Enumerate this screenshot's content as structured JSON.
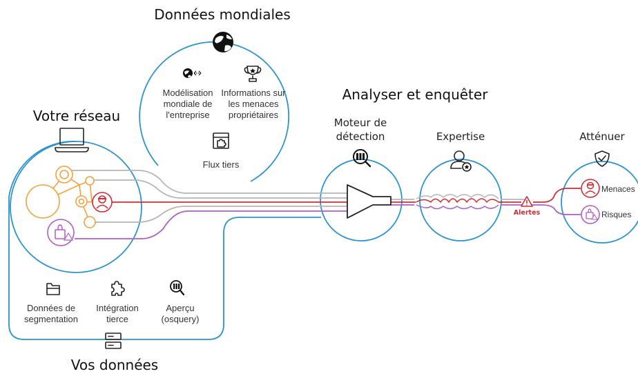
{
  "global": {
    "title": "Données mondiales",
    "item1": [
      "Modélisation",
      "mondiale de",
      "l'entreprise"
    ],
    "item2": [
      "Informations sur",
      "les menaces",
      "propriétaires"
    ],
    "item3": "Flux tiers"
  },
  "network": {
    "title": "Votre réseau"
  },
  "analyze": {
    "title": "Analyser et enquêter",
    "engine": [
      "Moteur de",
      "détection"
    ],
    "expertise": "Expertise",
    "mitigate": "Atténuer",
    "alerts": "Alertes",
    "threats": "Menaces",
    "risks": "Risques"
  },
  "data": {
    "title": "Vos données",
    "item1": [
      "Données de",
      "segmentation"
    ],
    "item2": [
      "Intégration",
      "tierce"
    ],
    "item3": [
      "Aperçu",
      "(osquery)"
    ]
  },
  "colors": {
    "blue": "#2c93d1",
    "orange": "#f5a13a",
    "red": "#d42a33",
    "purple": "#b05cc6",
    "gray": "#b5b5b5"
  }
}
